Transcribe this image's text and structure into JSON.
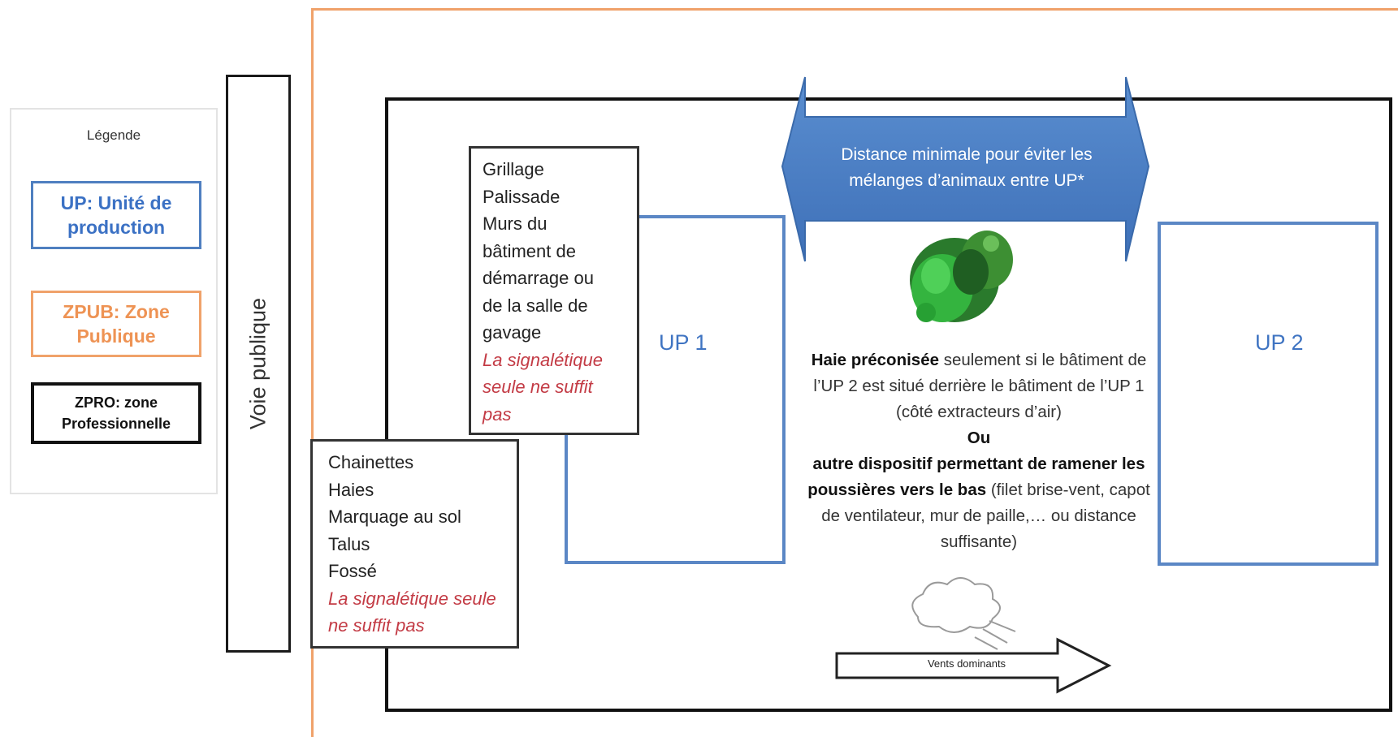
{
  "legend": {
    "title": "Légende",
    "up": "UP: Unité de production",
    "zpub": "ZPUB: Zone Publique",
    "zpro": "ZPRO: zone Professionnelle"
  },
  "voie_publique": "Voie publique",
  "up1_label": "UP 1",
  "up2_label": "UP 2",
  "distance_arrow": {
    "line1": "Distance minimale pour éviter les",
    "line2": "mélanges  d’animaux  entre UP*"
  },
  "grillage_box": {
    "items": [
      "Grillage",
      "Palissade",
      "Murs du",
      "bâtiment de",
      "démarrage ou",
      "de la salle de",
      "gavage"
    ],
    "warning": "La signalétique seule ne suffit pas"
  },
  "chainettes_box": {
    "items": [
      "Chainettes",
      "Haies",
      "Marquage au sol",
      "Talus",
      "Fossé"
    ],
    "warning": "La signalétique seule ne suffit pas"
  },
  "hedge_text": {
    "bold1": "Haie préconisée",
    "t1": " seulement si le bâtiment de l’UP 2 est situé derrière le bâtiment de l’UP 1 (côté extracteurs d’air)",
    "ou": "Ou",
    "bold2": "autre dispositif permettant de ramener les poussières vers le bas",
    "t2": " (filet brise-vent, capot de ventilateur, mur de paille,… ou distance suffisante)"
  },
  "wind_label": "Vents dominants",
  "colors": {
    "up_blue": "#4f7fc0",
    "zpub_orange": "#f0a26a",
    "zpro_black": "#111111",
    "arrow_blue": "#4b7fc4",
    "warning_red": "#c33b45",
    "hedge_green": "#2fa83a"
  },
  "icons": [
    "hedge-icon",
    "wind-cloud-icon",
    "wind-arrow-icon"
  ]
}
